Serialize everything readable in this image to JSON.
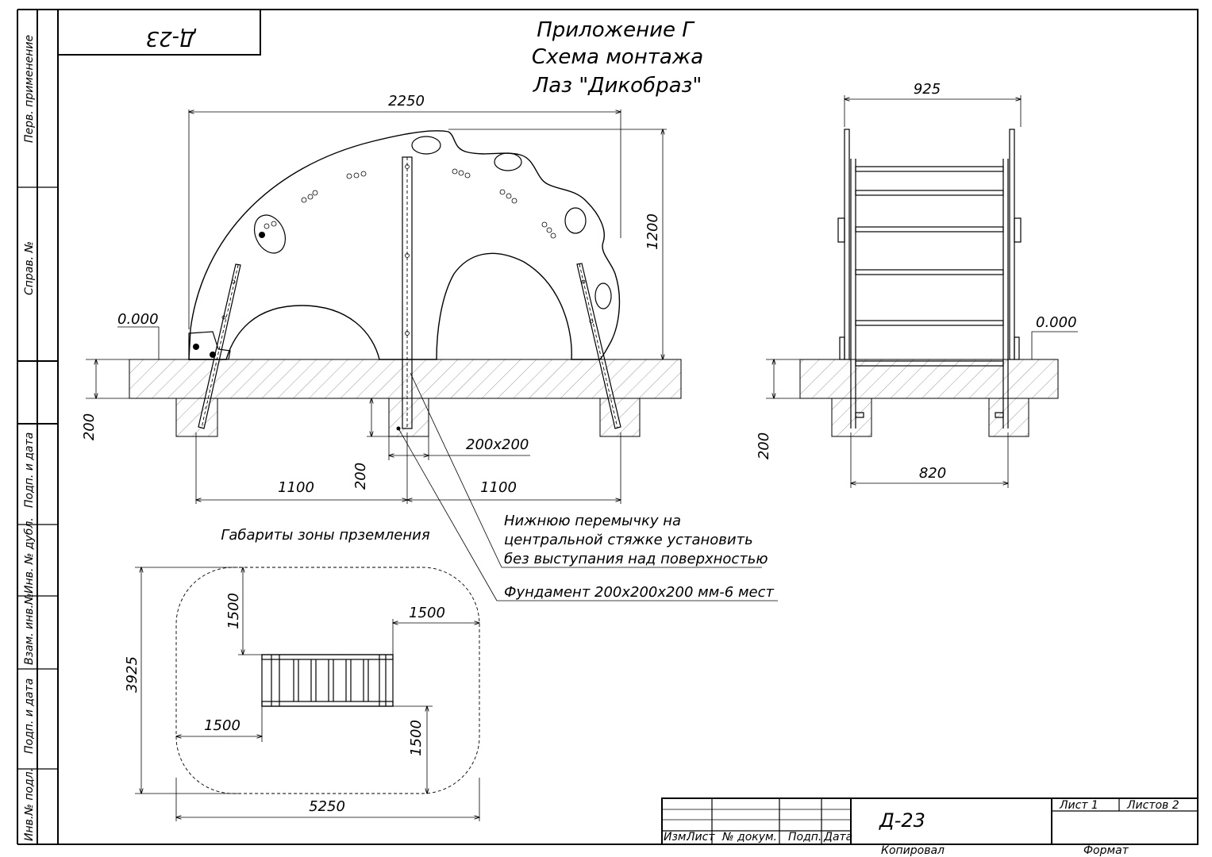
{
  "header": {
    "line1": "Приложение Г",
    "line2": "Схема монтажа",
    "line3": "Лаз \"Дикобраз\""
  },
  "stamp_code": "Д-23",
  "side_stamp": {
    "perv": "Перв. применение",
    "sprav": "Справ. №",
    "podp_data_1": "Подп. и дата",
    "inv_dubl": "Инв. № дубл.",
    "vzam_inv": "Взам. инв.№",
    "podp_data_2": "Подп. и дата",
    "inv_podl": "Инв.№ подл."
  },
  "front_view": {
    "width_dim": "2250",
    "height_dim": "1200",
    "level": "0.000",
    "depth_dim": "200",
    "found_depth_dim": "200",
    "found_size": "200х200",
    "left_span": "1100",
    "right_span": "1100"
  },
  "side_view": {
    "width_dim": "925",
    "level": "0.000",
    "depth_dim": "200",
    "found_span": "820"
  },
  "notes": {
    "lower_line1": "Нижнюю перемычку на",
    "lower_line2": "центральной стяжке установить",
    "lower_line3": "без выступания над поверхностью",
    "foundation": "Фундамент 200х200х200 мм-6 мест"
  },
  "landing_zone": {
    "title": "Габариты зоны прземления",
    "height": "3925",
    "width": "5250",
    "top_offset": "1500",
    "right_offset": "1500",
    "left_offset": "1500",
    "bottom_offset": "1500"
  },
  "title_block": {
    "izm_list": "Изм.",
    "list_label": "Лист",
    "dokum": "№ докум.",
    "podp": "Подп.",
    "data": "Дата",
    "code": "Д-23",
    "sheet": "Лист 1",
    "sheets": "Листов 2",
    "kopiroval": "Копировал",
    "format": "Формат"
  }
}
